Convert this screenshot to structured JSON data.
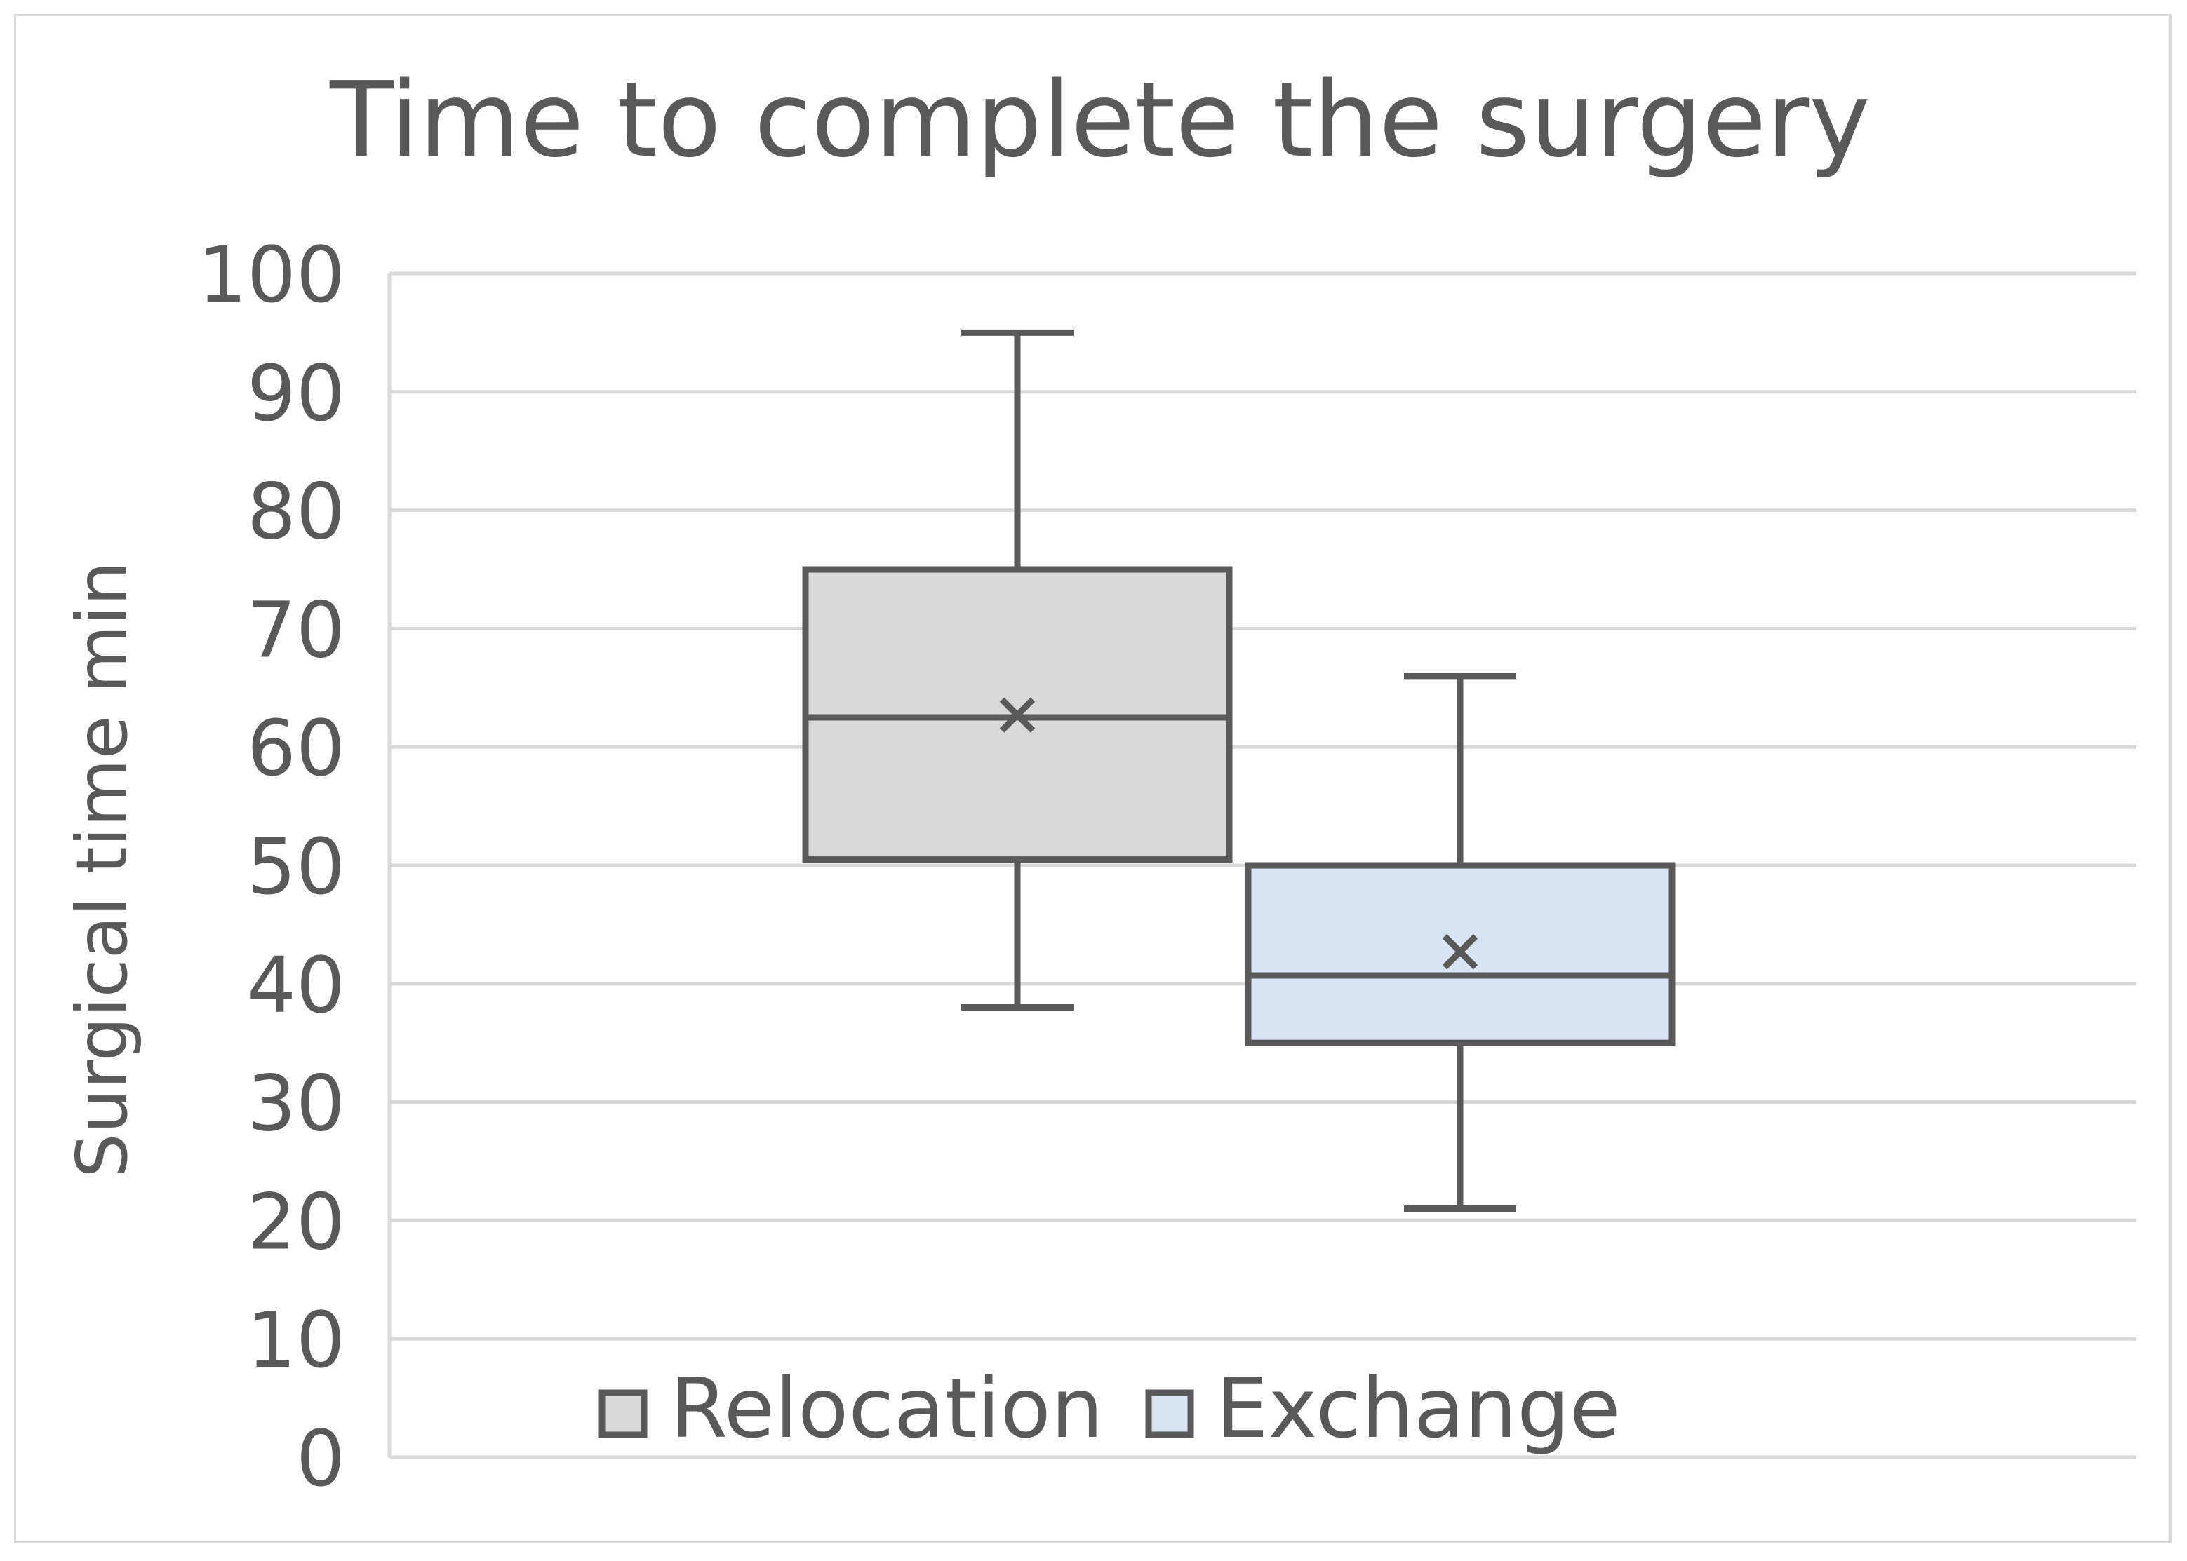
{
  "chart_data": {
    "type": "boxplot",
    "title": "Time to complete the surgery",
    "xlabel": "",
    "ylabel": "Surgical time min",
    "ylim": [
      0,
      100
    ],
    "yticks": [
      0,
      10,
      20,
      30,
      40,
      50,
      60,
      70,
      80,
      90,
      100
    ],
    "grid": true,
    "legend_position": "bottom",
    "series": [
      {
        "name": "Relocation",
        "color": "#d9d9d9",
        "min": 38,
        "q1": 50.5,
        "median": 62.5,
        "q3": 75,
        "max": 95,
        "mean": 62.7
      },
      {
        "name": "Exchange",
        "color": "#dae3f3",
        "min": 21,
        "q1": 35,
        "median": 40.7,
        "q3": 50,
        "max": 66,
        "mean": 42.7
      }
    ]
  },
  "colors": {
    "text": "#595959",
    "gridline": "#d9d9d9",
    "box_outline": "#595959"
  }
}
